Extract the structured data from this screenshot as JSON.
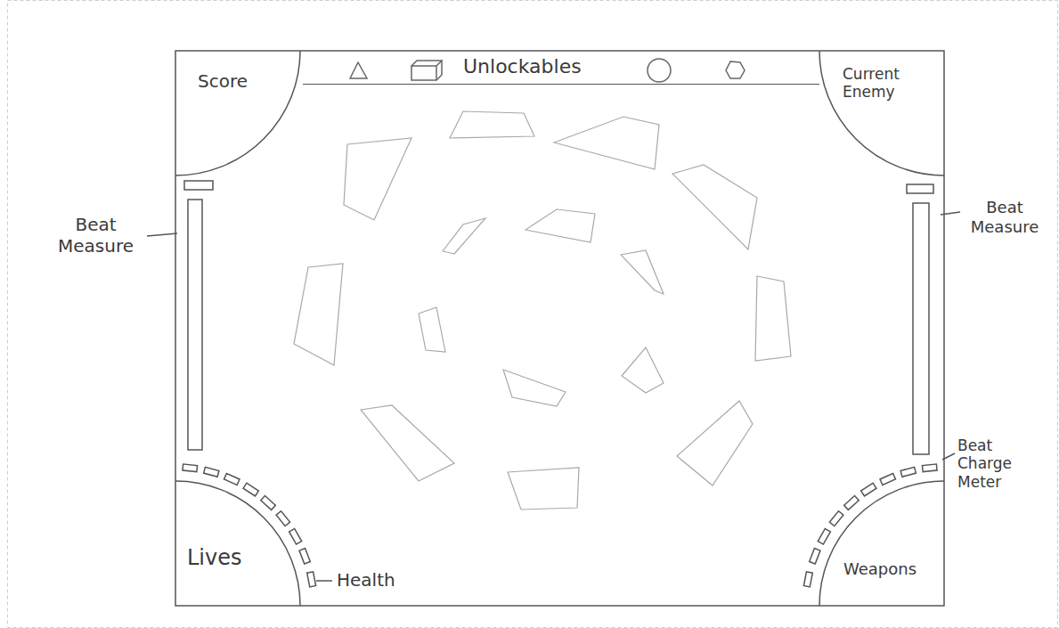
{
  "diagram": {
    "nodes": [
      {
        "text": [
          "Score"
        ]
      },
      {
        "text": [
          "Unlockables"
        ]
      },
      {
        "text": [
          "Current Enemy"
        ]
      },
      {
        "text": [
          "Lives"
        ]
      },
      {
        "text": [
          "Weapons"
        ]
      }
    ],
    "labels": [
      "Beat Measure",
      "Beat Measure",
      "Beat Charge Meter",
      "Health"
    ]
  }
}
